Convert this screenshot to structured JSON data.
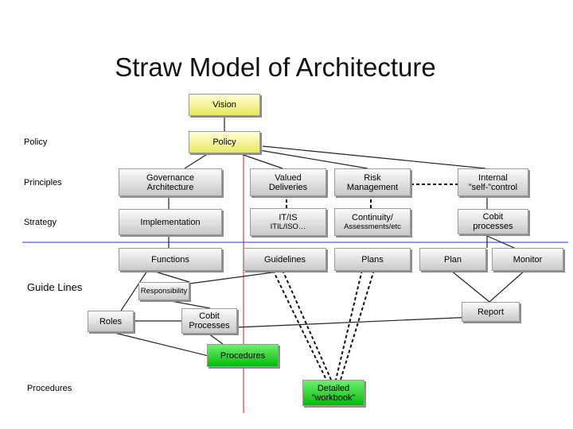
{
  "title": "Straw Model of Architecture",
  "left_labels": {
    "policy": "Policy",
    "principles": "Principles",
    "strategy": "Strategy",
    "guide_lines": "Guide Lines",
    "procedures": "Procedures"
  },
  "boxes": {
    "vision": "Vision",
    "policy": "Policy",
    "governance_line1": "Governance",
    "governance_line2": "Architecture",
    "valued_line1": "Valued",
    "valued_line2": "Deliveries",
    "risk_line1": "Risk",
    "risk_line2": "Management",
    "internal_line1": "Internal",
    "internal_line2": "”self-”control",
    "implementation": "Implementation",
    "itis_line1": "IT/IS",
    "itis_line2": "ITIL/ISO…",
    "continuity_line1": "Continuity/",
    "continuity_line2": "Assessments/etc",
    "cobit_proc_line1": "Cobit",
    "cobit_proc_line2": "processes",
    "functions": "Functions",
    "guidelines": "Guidelines",
    "plans": "Plans",
    "plan": "Plan",
    "monitor": "Monitor",
    "responsibility": "Responsibility",
    "roles": "Roles",
    "cobit_processes_line1": "Cobit",
    "cobit_processes_line2": "Processes",
    "report": "Report",
    "procedures": "Procedures",
    "detailed_line1": "Detailed",
    "detailed_line2": "”workbook”"
  },
  "colors": {
    "axis_red": "#d42020",
    "axis_blue": "#3333cc",
    "box_yellow": "#f4f488",
    "box_green": "#22cc22",
    "box_gray": "#e4e4e4"
  }
}
